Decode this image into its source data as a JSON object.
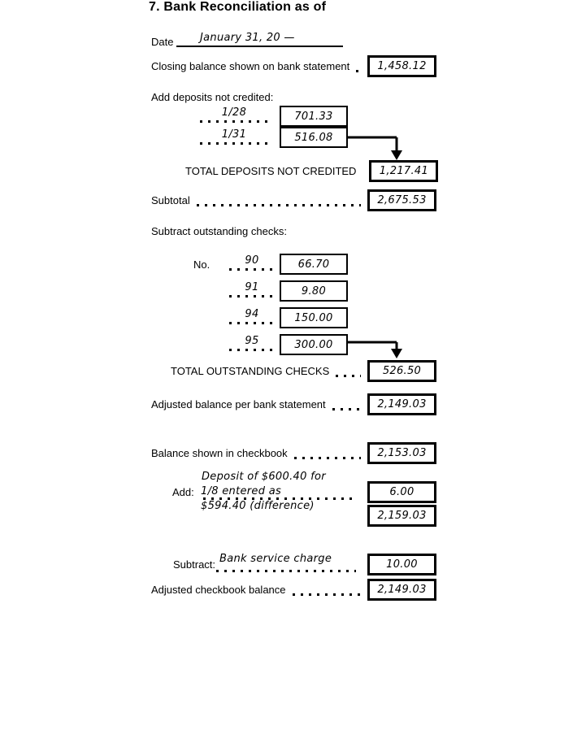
{
  "header": {
    "title": "7. Bank Reconciliation as of",
    "date_label": "Date",
    "date_value": "January 31, 20 —"
  },
  "bank": {
    "closing": {
      "label": "Closing balance shown on bank statement",
      "value": "1,458.12"
    },
    "deposits": {
      "header": "Add deposits not credited:",
      "items": [
        {
          "date": "1/28",
          "amount": "701.33"
        },
        {
          "date": "1/31",
          "amount": "516.08"
        }
      ],
      "total": {
        "label": "TOTAL DEPOSITS NOT CREDITED",
        "value": "1,217.41"
      }
    },
    "subtotal": {
      "label": "Subtotal",
      "value": "2,675.53"
    },
    "checks": {
      "header": "Subtract outstanding checks:",
      "no_label": "No.",
      "items": [
        {
          "number": "90",
          "amount": "66.70"
        },
        {
          "number": "91",
          "amount": "9.80"
        },
        {
          "number": "94",
          "amount": "150.00"
        },
        {
          "number": "95",
          "amount": "300.00"
        }
      ],
      "total": {
        "label": "TOTAL OUTSTANDING CHECKS",
        "value": "526.50"
      }
    },
    "adjusted": {
      "label": "Adjusted balance per bank statement",
      "value": "2,149.03"
    }
  },
  "checkbook": {
    "balance": {
      "label": "Balance shown in checkbook",
      "value": "2,153.03"
    },
    "add": {
      "label": "Add:",
      "note_line1": "Deposit of $600.40 for",
      "note_line2": "1/8 entered as",
      "note_line3": "$594.40 (difference)",
      "value": "6.00",
      "subtotal_value": "2,159.03"
    },
    "subtract": {
      "label": "Subtract:",
      "note": "Bank service charge",
      "value": "10.00"
    },
    "adjusted": {
      "label": "Adjusted checkbook balance",
      "value": "2,149.03"
    }
  }
}
